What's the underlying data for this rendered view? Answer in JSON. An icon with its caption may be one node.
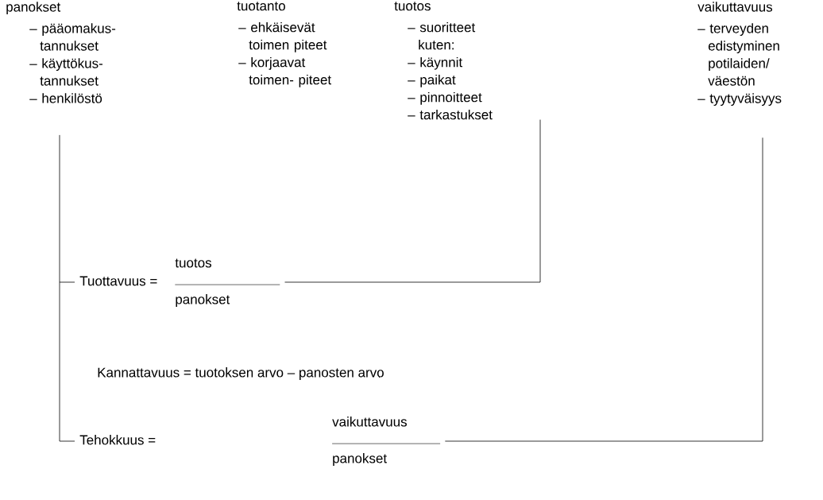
{
  "diagram": {
    "nodes": [
      {
        "text": [
          "panokset",
          "– pääomakus- tannukset",
          "– käyttökus- tannukset",
          "– henkilöstö"
        ]
      },
      {
        "text": [
          "tuotanto",
          "– ehkäisevät toimen piteet",
          "– korjaavat toimen- piteet"
        ]
      },
      {
        "text": [
          "tuotos",
          "– suoritteet kuten:",
          "– käynnit",
          "– paikat",
          "– pinnoitteet",
          "– tarkastukset"
        ]
      },
      {
        "text": [
          "vaikuttavuus",
          "– terveyden edistyminen potilaiden/ väestön",
          "– tyytyväisyys"
        ]
      },
      {
        "text": [
          "Tuottavuus =",
          "tuotos",
          "panokset"
        ]
      },
      {
        "text": [
          "Tehokkuus =",
          "vaikuttavuus",
          "panokset"
        ]
      }
    ],
    "edges": [
      {
        "from": 0,
        "to": 4,
        "arrow": "none"
      },
      {
        "from": 0,
        "to": 5,
        "arrow": "none"
      },
      {
        "from": 2,
        "to": 4,
        "arrow": "none"
      },
      {
        "from": 3,
        "to": 5,
        "arrow": "none"
      }
    ],
    "labels": [
      "Kannattavuus = tuotoksen arvo – panosten arvo"
    ]
  }
}
